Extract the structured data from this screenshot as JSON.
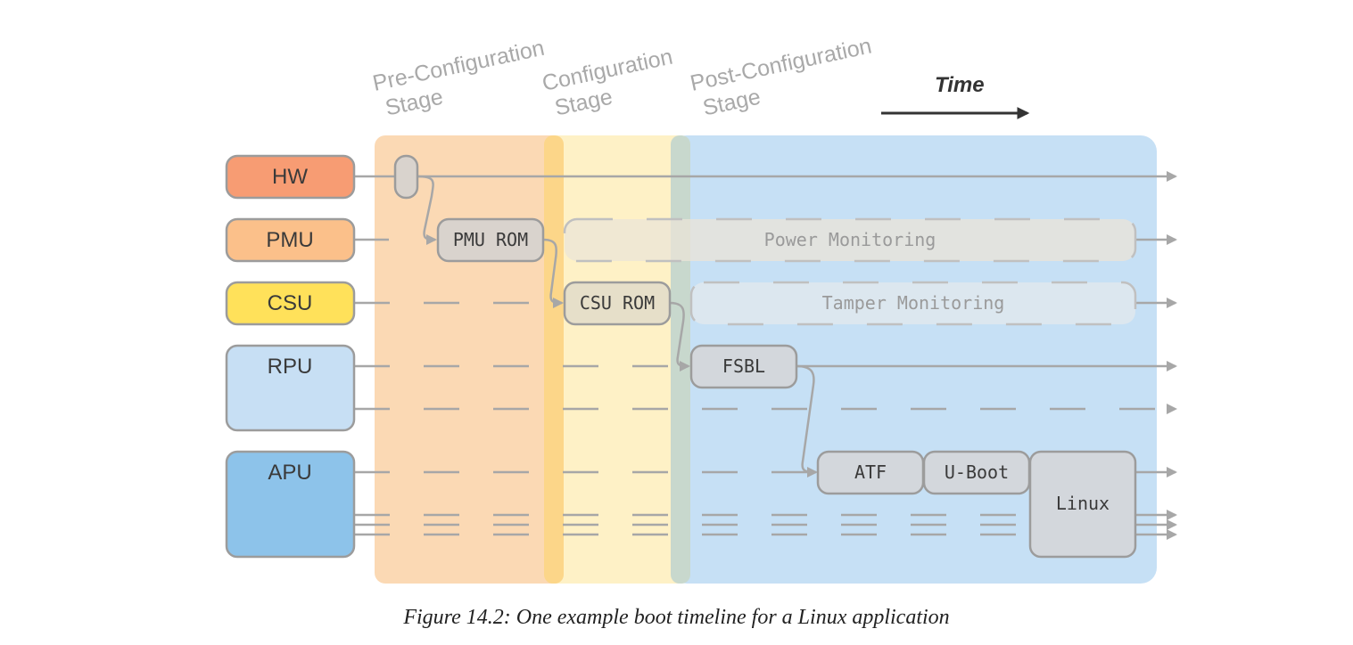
{
  "stages": {
    "pre_config": [
      "Pre-Configuration",
      "Stage"
    ],
    "config": [
      "Configuration",
      "Stage"
    ],
    "post_config": [
      "Post-Configuration",
      "Stage"
    ]
  },
  "time_label": "Time",
  "processors": {
    "hw": {
      "label": "HW",
      "color": "#f79c73"
    },
    "pmu": {
      "label": "PMU",
      "color": "#fbc08a"
    },
    "csu": {
      "label": "CSU",
      "color": "#ffe15a"
    },
    "rpu": {
      "label": "RPU",
      "color": "#c7dff4"
    },
    "apu": {
      "label": "APU",
      "color": "#8dc3ea"
    }
  },
  "boxes": {
    "pmu_rom": "PMU ROM",
    "csu_rom": "CSU ROM",
    "fsbl": "FSBL",
    "atf": "ATF",
    "uboot": "U-Boot",
    "linux": "Linux",
    "power_monitoring": "Power Monitoring",
    "tamper_monitoring": "Tamper Monitoring"
  },
  "colors": {
    "pre_config_band": "#fbd9b4",
    "config_band": "#fef1c6",
    "post_config_band": "#c6e0f5",
    "line": "#a7a7a7",
    "box_fill": "#d9d3cd",
    "box_stroke": "#9c9c9c"
  },
  "caption": "Figure 14.2:  One example boot timeline for a Linux application"
}
